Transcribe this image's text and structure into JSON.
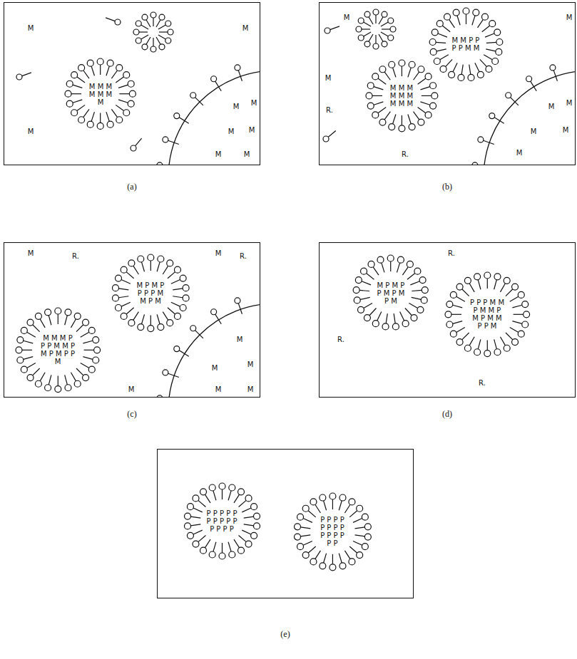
{
  "diagram": {
    "nodes": [
      {
        "text": [
          "(a)",
          "M",
          "M",
          "M"
        ]
      },
      {
        "text": [
          "M M M M M M M"
        ],
        "in": 0
      },
      {
        "text": [
          "M",
          "M",
          "M",
          "M",
          "M",
          "M"
        ],
        "in": 0
      },
      {
        "text": [
          "(b)",
          "M",
          "M",
          "M",
          "R.",
          "R."
        ]
      },
      {
        "text": [
          "M M P P P P M M"
        ],
        "in": 3
      },
      {
        "text": [
          "M M M M M M M M M"
        ],
        "in": 3
      },
      {
        "text": [
          "M",
          "M",
          "M",
          "M",
          "M"
        ],
        "in": 3
      },
      {
        "text": [
          "(c)",
          "M",
          "R.",
          "M",
          "R.",
          "M"
        ]
      },
      {
        "text": [
          "M P M P P P P M M P M"
        ],
        "in": 7
      },
      {
        "text": [
          "M M M P P P M M P M P M P P M"
        ],
        "in": 7
      },
      {
        "text": [
          "M",
          "M",
          "M",
          "M",
          "M"
        ],
        "in": 7
      },
      {
        "text": [
          "(d)",
          "R.",
          "R.",
          "R."
        ]
      },
      {
        "text": [
          "M P M P P M P M P M"
        ],
        "in": 11
      },
      {
        "text": [
          "P P P M M P M M P M P M M P P M"
        ],
        "in": 11
      },
      {
        "text": [
          "(e)"
        ]
      },
      {
        "text": [
          "P P P P P P P P P P P P P P"
        ],
        "in": 14
      },
      {
        "text": [
          "P P P P P P P P P P P P P P"
        ],
        "in": 14
      }
    ]
  }
}
